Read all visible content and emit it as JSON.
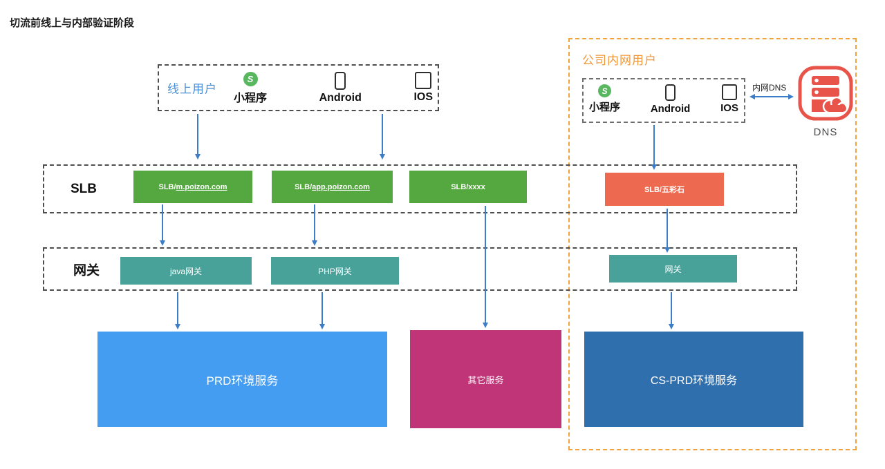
{
  "title": "切流前线上与内部验证阶段",
  "online_users": {
    "label": "线上用户",
    "clients": [
      {
        "name": "小程序",
        "icon": "miniprogram-icon"
      },
      {
        "name": "Android",
        "icon": "android-phone-icon"
      },
      {
        "name": "IOS",
        "icon": "ios-tablet-icon"
      }
    ]
  },
  "intranet": {
    "label": "公司内网用户",
    "clients": [
      {
        "name": "小程序",
        "icon": "miniprogram-icon"
      },
      {
        "name": "Android",
        "icon": "android-phone-icon"
      },
      {
        "name": "IOS",
        "icon": "ios-tablet-icon"
      }
    ],
    "dns_link_label": "内网DNS",
    "dns_caption": "DNS"
  },
  "slb": {
    "label": "SLB",
    "nodes": [
      {
        "prefix": "SLB/",
        "target": "m.poizon.com"
      },
      {
        "prefix": "SLB/",
        "target": "app.poizon.com"
      },
      {
        "prefix": "SLB/",
        "target": "xxxx"
      },
      {
        "prefix": "SLB/",
        "target": "五彩石"
      }
    ]
  },
  "gateway": {
    "label": "网关",
    "nodes": [
      {
        "label": "java网关"
      },
      {
        "label": "PHP网关"
      },
      {
        "label": "网关"
      }
    ]
  },
  "services": [
    {
      "label": "PRD环境服务"
    },
    {
      "label": "其它服务"
    },
    {
      "label": "CS-PRD环境服务"
    }
  ],
  "mp_icon_glyph": "S",
  "colors": {
    "slb_green": "#55a83f",
    "slb_coral": "#ed6a50",
    "gateway_teal": "#48a29a",
    "service_blue": "#459df2",
    "service_magenta": "#bf3577",
    "service_dark_blue": "#2f6fad",
    "arrow_blue": "#3c7dc8",
    "intranet_border_orange": "#f2a33c",
    "online_label_blue": "#4a90d9",
    "dns_icon_red": "#e8544a",
    "miniprogram_green": "#58b75f"
  }
}
